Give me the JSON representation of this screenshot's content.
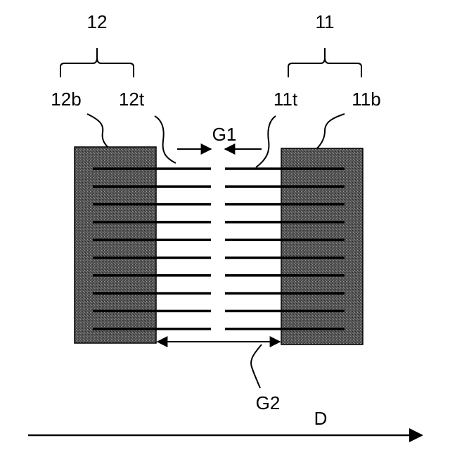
{
  "labels": {
    "block_left": "12",
    "block_right": "11",
    "left_base": "12b",
    "left_teeth": "12t",
    "right_teeth": "11t",
    "right_base": "11b",
    "gap_small": "G1",
    "gap_large": "G2",
    "direction": "D"
  },
  "colors": {
    "block_fill": "#4a4a4a",
    "line": "#000000",
    "background": "#ffffff"
  },
  "finger_count": 10
}
